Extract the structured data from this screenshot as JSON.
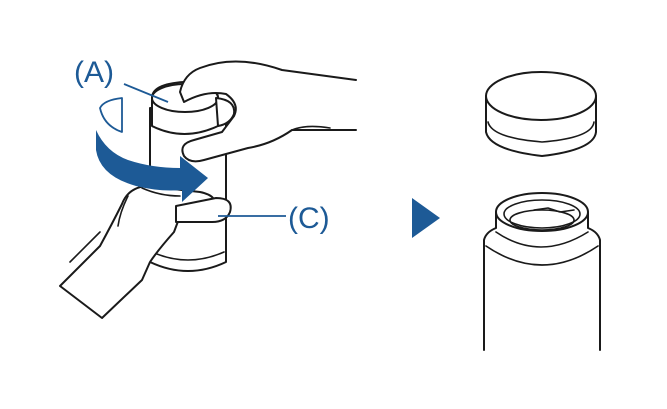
{
  "labels": {
    "a": "(A)",
    "c": "(C)"
  },
  "colors": {
    "accent": "#1d5a96",
    "outline": "#1a1a1a",
    "background": "#ffffff"
  },
  "icons": {
    "rotation_arrow": "curved-arrow-counterclockwise",
    "step_arrow": "triangle-right"
  }
}
